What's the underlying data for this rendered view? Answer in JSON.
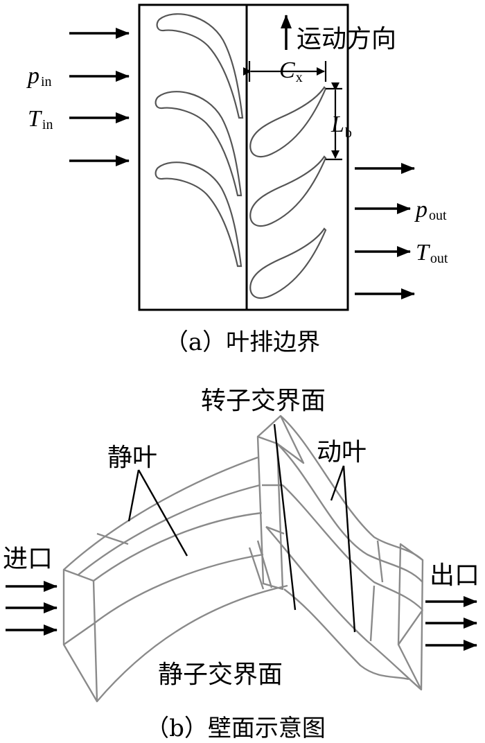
{
  "panel_a": {
    "labels": {
      "p_in_main": "p",
      "p_in_sub": "in",
      "t_in_main": "T",
      "t_in_sub": "in",
      "p_out_main": "p",
      "p_out_sub": "out",
      "t_out_main": "T",
      "t_out_sub": "out",
      "cx_main": "C",
      "cx_sub": "x",
      "lb_main": "L",
      "lb_sub": "b",
      "motion_direction": "运动方向"
    },
    "caption": "（a）叶排边界"
  },
  "panel_b": {
    "labels": {
      "rotor_interface": "转子交界面",
      "stator_blade": "静叶",
      "rotor_blade": "动叶",
      "inlet": "进口",
      "outlet": "出口",
      "stator_interface": "静子交界面"
    },
    "caption": "（b）壁面示意图"
  },
  "colors": {
    "ink": "#000000",
    "wire": "#8a8a8a",
    "blade": "#555555"
  }
}
